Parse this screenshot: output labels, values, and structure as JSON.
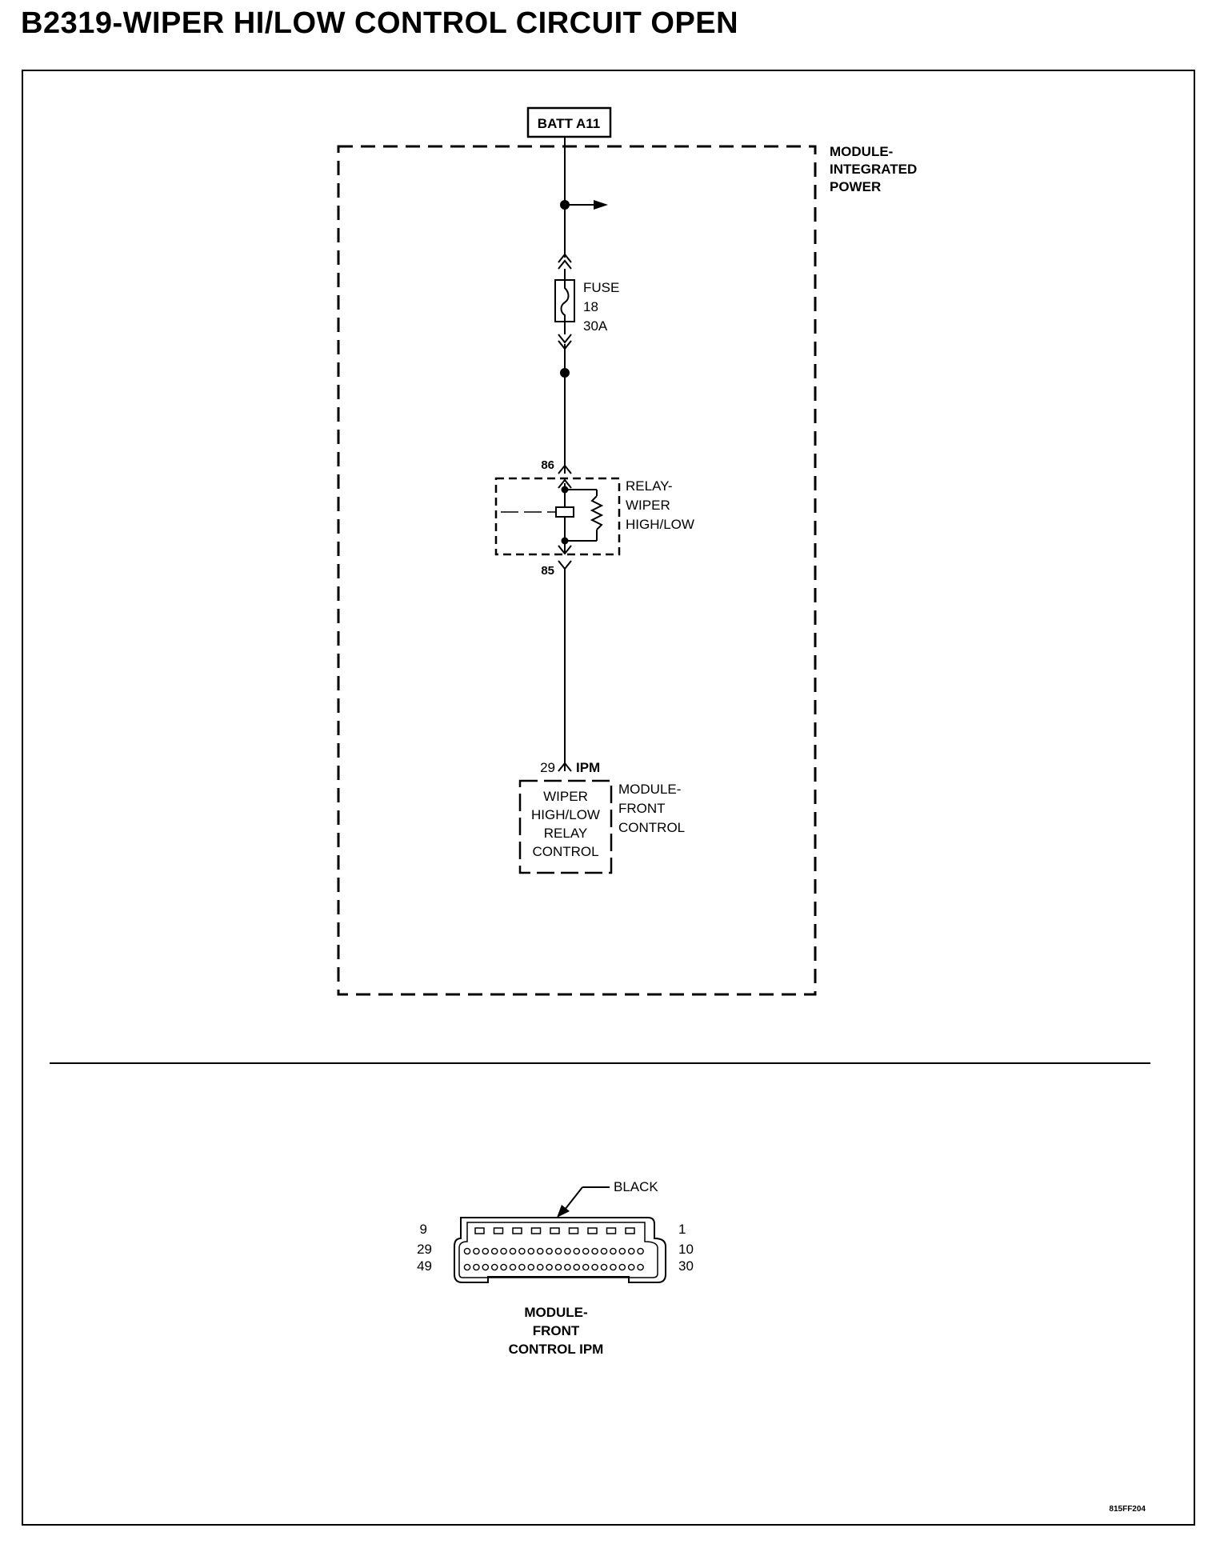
{
  "title": "B2319-WIPER HI/LOW CONTROL CIRCUIT OPEN",
  "schematic": {
    "batt_label": "BATT A11",
    "integrated_power_module": [
      "MODULE-",
      "INTEGRATED",
      "POWER"
    ],
    "fuse": [
      "FUSE",
      "18",
      "30A"
    ],
    "relay": {
      "label": [
        "RELAY-",
        "WIPER",
        "HIGH/LOW"
      ],
      "pin_top": "86",
      "pin_bottom": "85"
    },
    "fcm_pin": "29",
    "fcm_connector": "IPM",
    "fcm_function": [
      "WIPER",
      "HIGH/LOW",
      "RELAY",
      "CONTROL"
    ],
    "fcm_label": [
      "MODULE-",
      "FRONT",
      "CONTROL"
    ]
  },
  "connector_view": {
    "color_label": "BLACK",
    "pins_left": [
      "9",
      "29",
      "49"
    ],
    "pins_right": [
      "1",
      "10",
      "30"
    ],
    "name": [
      "MODULE-",
      "FRONT",
      "CONTROL IPM"
    ]
  },
  "figure_code": "815FF204"
}
